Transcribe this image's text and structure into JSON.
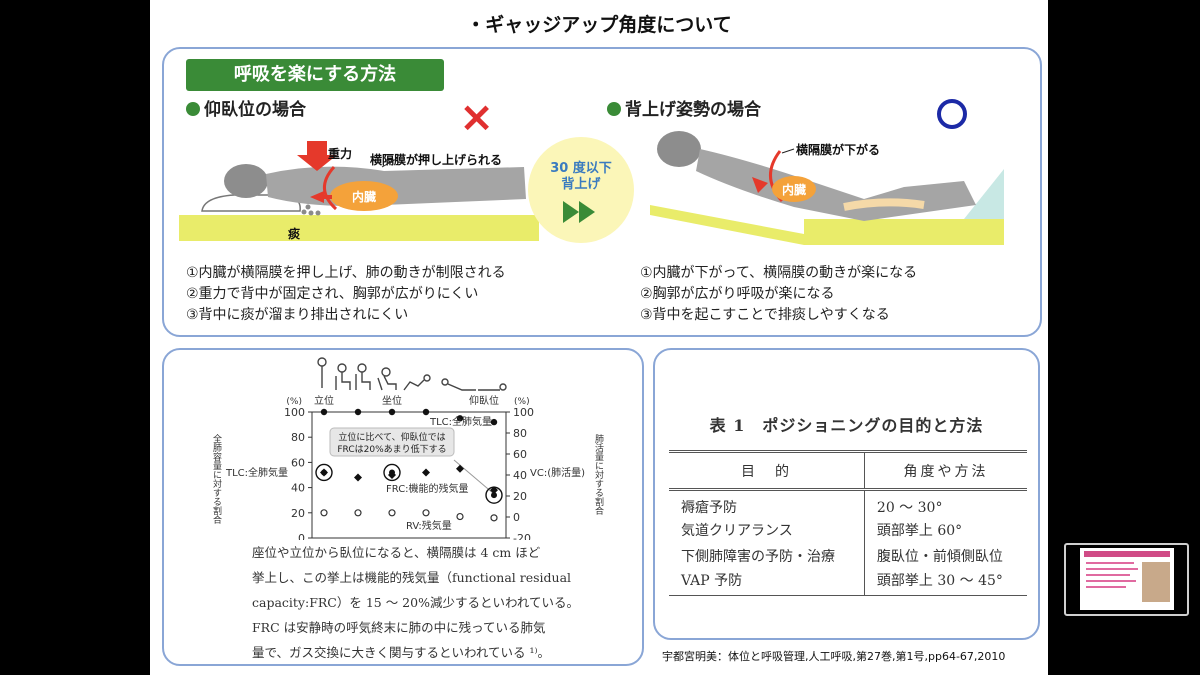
{
  "slide": {
    "title": "・ギャッジアップ角度について"
  },
  "breathing": {
    "header": "呼吸を楽にする方法",
    "supine": {
      "title": "仰臥位の場合",
      "mark": "×",
      "labels": {
        "gravity": "重力",
        "diaphragm": "横隔膜が押し上げられる",
        "organ": "内臓",
        "sputum": "痰"
      },
      "points": [
        "①内臓が横隔膜を押し上げ、肺の動きが制限される",
        "②重力で背中が固定され、胸郭が広がりにくい",
        "③背中に痰が溜まり排出されにくい"
      ]
    },
    "middle": {
      "line1": "30 度以下",
      "line2": "背上げ"
    },
    "raised": {
      "title": "背上げ姿勢の場合",
      "mark": "○",
      "labels": {
        "diaphragm": "横隔膜が下がる",
        "organ": "内臓"
      },
      "points": [
        "①内臓が下がって、横隔膜の動きが楽になる",
        "②胸郭が広がり呼吸が楽になる",
        "③背中を起こすことで排痰しやすくなる"
      ]
    }
  },
  "chart_data": {
    "type": "scatter",
    "title": "",
    "left_axis": {
      "unit": "(%)",
      "ticks": [
        0,
        20,
        40,
        60,
        80,
        100
      ],
      "ylim": [
        0,
        100
      ],
      "label": "全肺容量に対する割合",
      "side_label": "TLC:全肺気量"
    },
    "right_axis": {
      "unit": "(%)",
      "ticks": [
        -20,
        0,
        20,
        40,
        60,
        80,
        100
      ],
      "ylim": [
        -20,
        100
      ],
      "label": "肺活量に対する割合",
      "side_label": "VC:(肺活量)"
    },
    "top_labels": [
      "立位",
      "坐位",
      "仰臥位"
    ],
    "x": [
      0,
      1,
      2,
      3,
      4,
      5
    ],
    "series": [
      {
        "name": "TLC:全肺気量",
        "marker": "circle-filled",
        "values": [
          100,
          100,
          100,
          100,
          95,
          92
        ]
      },
      {
        "name": "FRC:機能的残気量",
        "marker": "diamond",
        "values": [
          52,
          48,
          50,
          52,
          55,
          38
        ]
      },
      {
        "name": "RV:残気量",
        "marker": "circle-open",
        "values": [
          20,
          20,
          20,
          20,
          17,
          16
        ]
      }
    ],
    "circled": [
      {
        "x": 0,
        "y": 52
      },
      {
        "x": 2,
        "y": 52
      },
      {
        "x": 5,
        "y": 34
      }
    ],
    "annotation": {
      "line1": "立位に比べて、仰臥位では",
      "line2": "FRCは20%あまり低下する"
    }
  },
  "description": {
    "lines": [
      "座位や立位から臥位になると、横隔膜は 4 cm ほど",
      "挙上し、この挙上は機能的残気量（functional residual",
      "capacity:FRC）を 15 ～ 20%減少するといわれている。",
      "FRC は安静時の呼気終末に肺の中に残っている肺気",
      "量で、ガス交換に大きく関与するといわれている ¹⁾。"
    ]
  },
  "table": {
    "title": "表 1　ポジショニングの目的と方法",
    "headers": [
      "目　的",
      "角度や方法"
    ],
    "rows": [
      [
        "褥瘡予防",
        "20 ～ 30°"
      ],
      [
        "気道クリアランス",
        "頭部挙上 60°"
      ],
      [
        "下側肺障害の予防・治療",
        "腹臥位・前傾側臥位"
      ],
      [
        "VAP 予防",
        "頭部挙上 30 ～ 45°"
      ]
    ]
  },
  "citation": "宇都宮明美：体位と呼吸管理,人工呼吸,第27巻,第1号,pp64-67,2010",
  "colors": {
    "accent_green": "#3a8b37",
    "panel_border": "#8aa6d6",
    "mat_yellow": "#e9ec6a",
    "organ_orange": "#f4a23a",
    "arrow_red": "#e5392b"
  }
}
